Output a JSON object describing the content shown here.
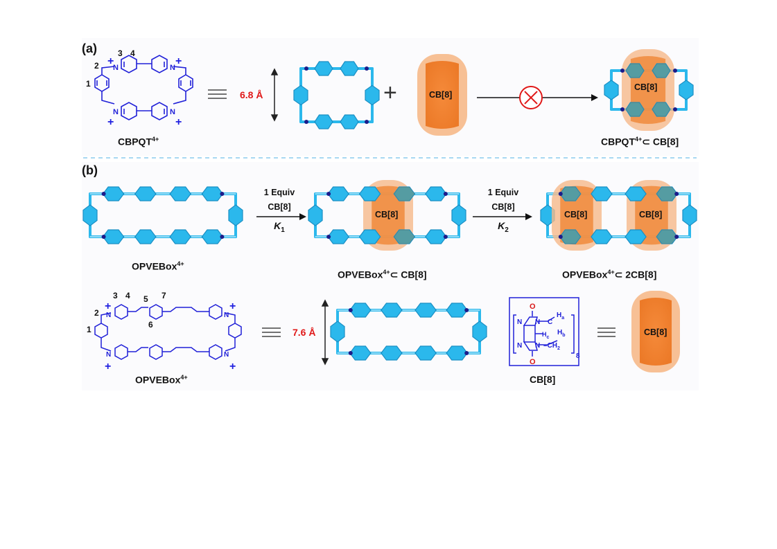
{
  "panels": {
    "a": {
      "label": "(a)",
      "cbpqt_name": "CBPQT",
      "cbpqt_charge": "4+",
      "distance": "6.8 Å",
      "cb8_label": "CB[8]",
      "complex_name_main": "CBPQT",
      "complex_charge": "4+",
      "complex_name_rest": "⊂ CB[8]",
      "complex_cb8_label": "CB[8]",
      "atom_numbers": [
        "1",
        "2",
        "3",
        "4"
      ]
    },
    "b": {
      "label": "(b)",
      "arrow1_line1": "1 Equiv",
      "arrow1_line2": "CB[8]",
      "arrow1_k": "K",
      "arrow1_k_sub": "1",
      "arrow2_line1": "1 Equiv",
      "arrow2_line2": "CB[8]",
      "arrow2_k": "K",
      "arrow2_k_sub": "2",
      "box_name": "OPVEBox",
      "box_charge": "4+",
      "complex1_name": "OPVEBox",
      "complex1_charge": "4+",
      "complex1_rest": "⊂ CB[8]",
      "complex2_name": "OPVEBox",
      "complex2_charge": "4+",
      "complex2_rest": "⊂ 2CB[8]",
      "cb8_in_complex": "CB[8]",
      "box_name_bottom": "OPVEBox",
      "box_charge_bottom": "4+",
      "distance": "7.6 Å",
      "cb8_struct_label": "CB[8]",
      "cb8_cartoon_label": "CB[8]",
      "atom_numbers": [
        "1",
        "2",
        "3",
        "4",
        "5",
        "6",
        "7"
      ],
      "cb8_structure_text": {
        "o_top": "O",
        "o_bottom": "O",
        "n1": "N",
        "n2": "N",
        "n3": "N",
        "n4": "N",
        "ha": "H",
        "ha_sub": "a",
        "hb": "H",
        "hb_sub": "b",
        "hc": "H",
        "hc_sub": "c",
        "ch2": "–CH",
        "ch2_sub": "2",
        "c": "C",
        "repeat": "8"
      }
    }
  },
  "colors": {
    "ring_blue": "#2bb8ec",
    "ring_edge": "#1b8fc4",
    "node_navy": "#1c1c8a",
    "cb8_orange": "#f08a3c",
    "cb8_halo": "#f6b98a",
    "chem_blue": "#2020d8",
    "distance_red": "#e01818",
    "divider": "#a8d8f2",
    "panel_bg": "#fbfbfd"
  }
}
